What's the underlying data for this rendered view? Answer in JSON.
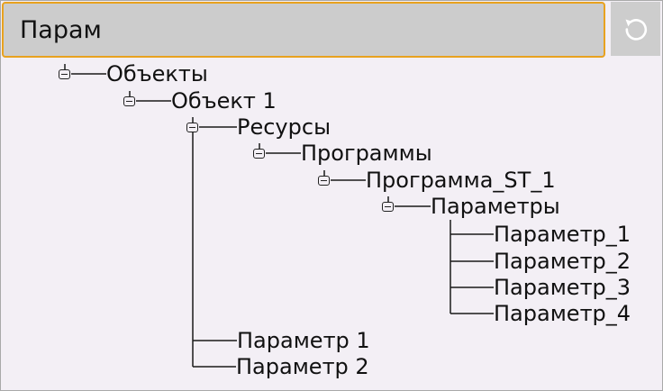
{
  "search": {
    "value": "Парам",
    "reset_icon": "reset-icon"
  },
  "tree": {
    "objects": "Объекты",
    "object1": "Объект 1",
    "resources": "Ресурсы",
    "programs": "Программы",
    "program_st1": "Программа_ST_1",
    "parameters": "Параметры",
    "param_1": "Параметр_1",
    "param_2": "Параметр_2",
    "param_3": "Параметр_3",
    "param_4": "Параметр_4",
    "parameter1": "Параметр 1",
    "parameter2": "Параметр 2"
  },
  "colors": {
    "search_border": "#e8a21f",
    "search_bg": "#cccccc",
    "panel_bg": "#f3eff5"
  }
}
